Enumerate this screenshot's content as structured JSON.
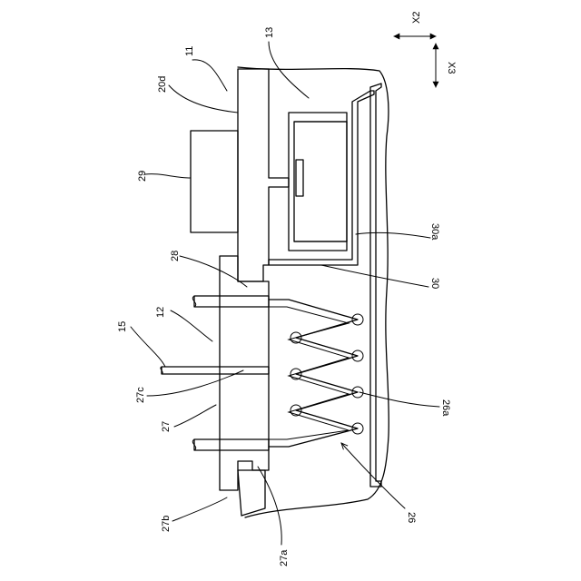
{
  "labels": {
    "l11": "11",
    "l13": "13",
    "l20d": "20d",
    "l29": "29",
    "l28": "28",
    "l12": "12",
    "l15": "15",
    "l27c": "27c",
    "l27": "27",
    "l27b": "27b",
    "l27a": "27a",
    "l30a": "30a",
    "l30": "30",
    "l26a": "26a",
    "l26": "26",
    "lX2": "X2",
    "lX3": "X3"
  }
}
